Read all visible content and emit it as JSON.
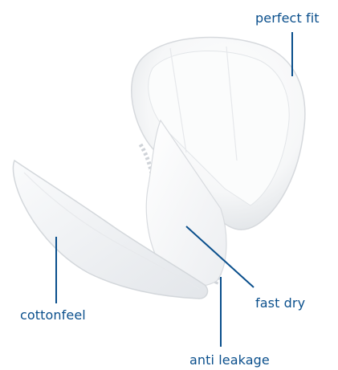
{
  "labels": {
    "perfect_fit": "perfect fit",
    "fast_dry": "fast dry",
    "cottonfeel": "cottonfeel",
    "anti_leakage": "anti leakage"
  },
  "colors": {
    "label_text": "#0a4f8c",
    "leader_line": "#0a4f8c",
    "product_outline": "#d6d9dd",
    "product_fill": "#f4f5f6"
  }
}
